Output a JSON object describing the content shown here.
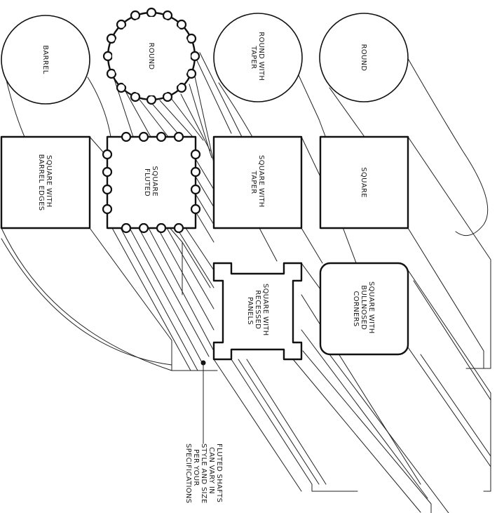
{
  "labels": {
    "barrel": "BARREL",
    "round_fluted": "ROUND",
    "round_taper_1": "ROUND WITH",
    "round_taper_2": "TAPER",
    "round": "ROUND",
    "sq_barrel_1": "SQUARE WITH",
    "sq_barrel_2": "BARREL EDGES",
    "sq_fluted_1": "SQUARE",
    "sq_fluted_2": "FLUTED",
    "sq_taper_1": "SQUARE WITH",
    "sq_taper_2": "TAPER",
    "square": "SQUARE",
    "recessed_1": "SQUARE WITH",
    "recessed_2": "RECESSED",
    "recessed_3": "PANELS",
    "bullnose_1": "SQUARE WITH",
    "bullnose_2": "BULLNOSED",
    "bullnose_3": "CORNERS"
  },
  "note": {
    "line1": "FLUTED SHAFTS",
    "line2": "CAN VARY IN",
    "line3": "STYLE AND SIZE",
    "line4": "PER YOUR",
    "line5": "SPECIFICATIONS"
  },
  "colors": {
    "line": "#111111",
    "background": "#ffffff"
  }
}
